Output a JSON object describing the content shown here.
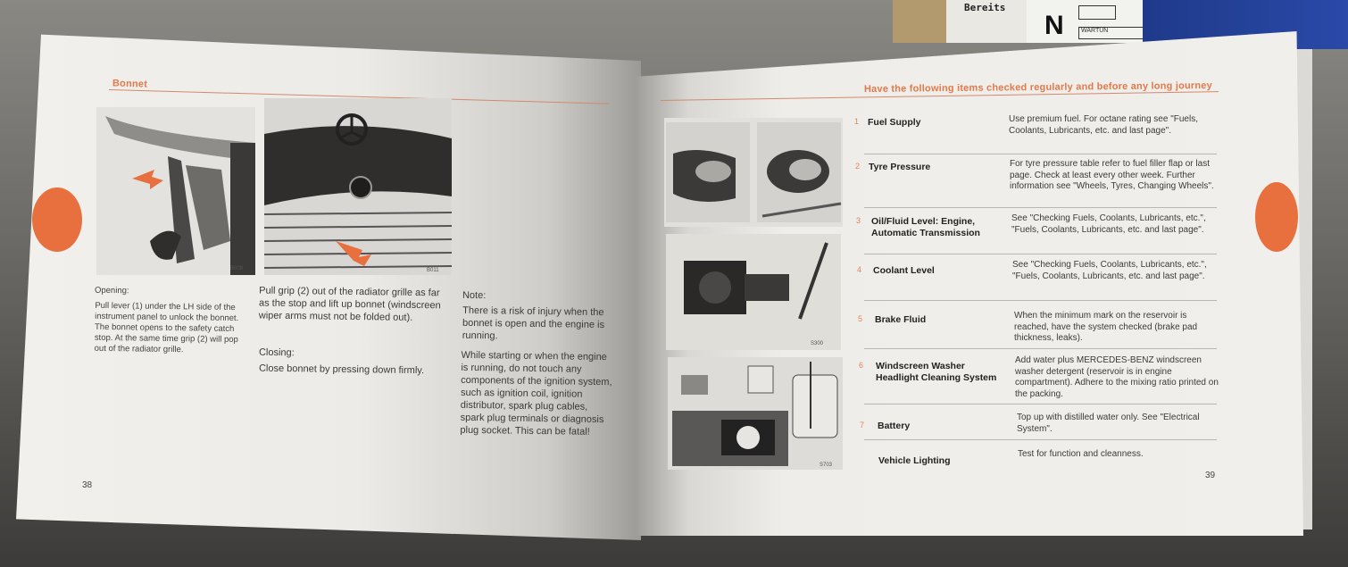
{
  "background": {
    "paper_label": "Bereits",
    "card_letter": "N",
    "card_box_label": "WARTUN"
  },
  "left_page": {
    "section_title": "Bonnet",
    "page_number": "38",
    "opening_heading": "Opening:",
    "opening_text": "Pull lever (1) under the LH side of the instrument panel to unlock the bonnet. The bonnet opens to the safety catch stop. At the same time grip (2) will pop out of the radiator grille.",
    "pull_grip_text": "Pull grip (2) out of the radiator grille as far as the stop and lift up bonnet (windscreen wiper arms must not be folded out).",
    "closing_heading": "Closing:",
    "closing_text": "Close bonnet by pressing down firmly.",
    "note_heading": "Note:",
    "note_text_1": "There is a risk of injury when the bonnet is open and the engine is running.",
    "note_text_2": "While starting or when the engine is running, do not touch any components of the ignition system, such as ignition coil, ignition distributor, spark plug cables, spark plug terminals or diagnosis plug socket. This can be fatal!",
    "figure_codes": [
      "B009",
      "B011"
    ]
  },
  "right_page": {
    "header": "Have the following items checked regularly and before any long journey",
    "page_number": "39",
    "items": [
      {
        "num": "1",
        "title": "Fuel Supply",
        "desc": "Use premium fuel. For octane rating see \"Fuels, Coolants, Lubricants, etc. and last page\"."
      },
      {
        "num": "2",
        "title": "Tyre Pressure",
        "desc": "For tyre pressure table refer to fuel filler flap or last page. Check at least every other week. Further information see \"Wheels, Tyres, Changing Wheels\"."
      },
      {
        "num": "3",
        "title": "Oil/Fluid Level: Engine, Automatic Transmission",
        "desc": "See \"Checking Fuels, Coolants, Lubricants, etc.\", \"Fuels, Coolants, Lubricants, etc. and last page\"."
      },
      {
        "num": "4",
        "title": "Coolant Level",
        "desc": "See \"Checking Fuels, Coolants, Lubricants, etc.\", \"Fuels, Coolants, Lubricants, etc. and last page\"."
      },
      {
        "num": "5",
        "title": "Brake Fluid",
        "desc": "When the minimum mark on the reservoir is reached, have the system checked (brake pad thickness, leaks)."
      },
      {
        "num": "6",
        "title": "Windscreen Washer Headlight Cleaning System",
        "desc": "Add water plus MERCEDES-BENZ windscreen washer detergent (reservoir is in engine compartment). Adhere to the mixing ratio printed on the packing."
      },
      {
        "num": "7",
        "title": "Battery",
        "desc": "Top up with distilled water only. See \"Electrical System\"."
      },
      {
        "num": "",
        "title": "Vehicle Lighting",
        "desc": "Test for function and cleanness."
      }
    ],
    "figure_codes": [
      "S703",
      "S300"
    ]
  },
  "colors": {
    "accent": "#e17a4b",
    "page": "#f2f0ec",
    "tab": "#e8703f"
  }
}
